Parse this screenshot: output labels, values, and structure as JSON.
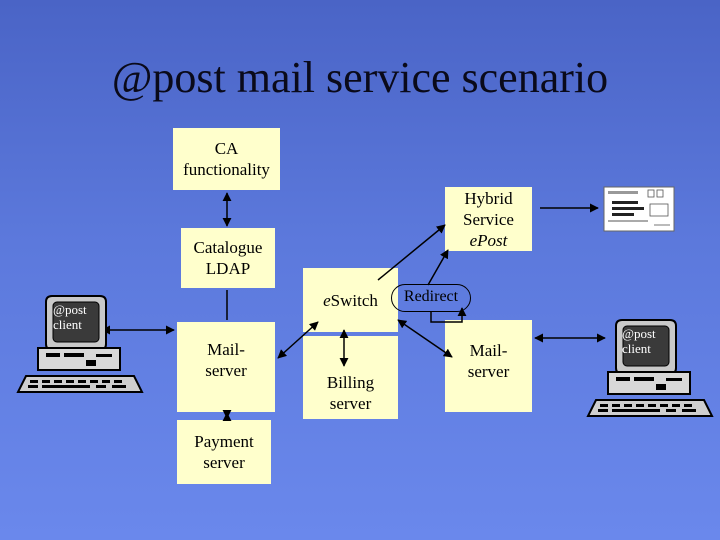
{
  "title": "@post mail service scenario",
  "nodes": {
    "ca": [
      "CA",
      "functionality"
    ],
    "catalogue": [
      "Catalogue",
      "LDAP"
    ],
    "mail_server_left": [
      "Mail-",
      "server"
    ],
    "payment": [
      "Payment",
      "server"
    ],
    "hybrid": [
      "Hybrid",
      "Service",
      "ePost"
    ],
    "eswitch": "eSwitch",
    "redirect": "Redirect",
    "billing": [
      "Billing",
      "server"
    ],
    "mail_server_right": [
      "Mail-",
      "server"
    ]
  },
  "clients": {
    "left": [
      "@post",
      "client"
    ],
    "right": [
      "@post",
      "client"
    ]
  },
  "icons": [
    "computer-terminal-icon",
    "printed-letter-icon"
  ],
  "colors": {
    "background": "#5c79dc",
    "box_fill": "#ffffcc",
    "line": "#000000"
  }
}
